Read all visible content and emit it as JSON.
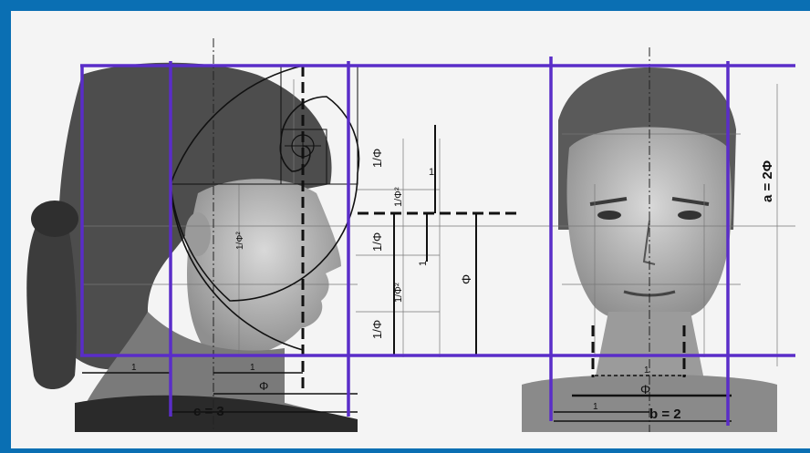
{
  "frame": {
    "border_color": "#0a6fb3",
    "accent_line_color": "#5a2dc8",
    "ink_color": "#111111"
  },
  "labels": {
    "c_eq_3": "c = 3",
    "b_eq_2": "b = 2",
    "a_eq_2phi": "a = 2Φ",
    "one_over_phi": "1/Φ",
    "one_over_phi2": "1/Φ²",
    "one": "1",
    "phi": "Φ"
  },
  "images": {
    "profile": "profile-photo",
    "frontal": "frontal-photo"
  }
}
